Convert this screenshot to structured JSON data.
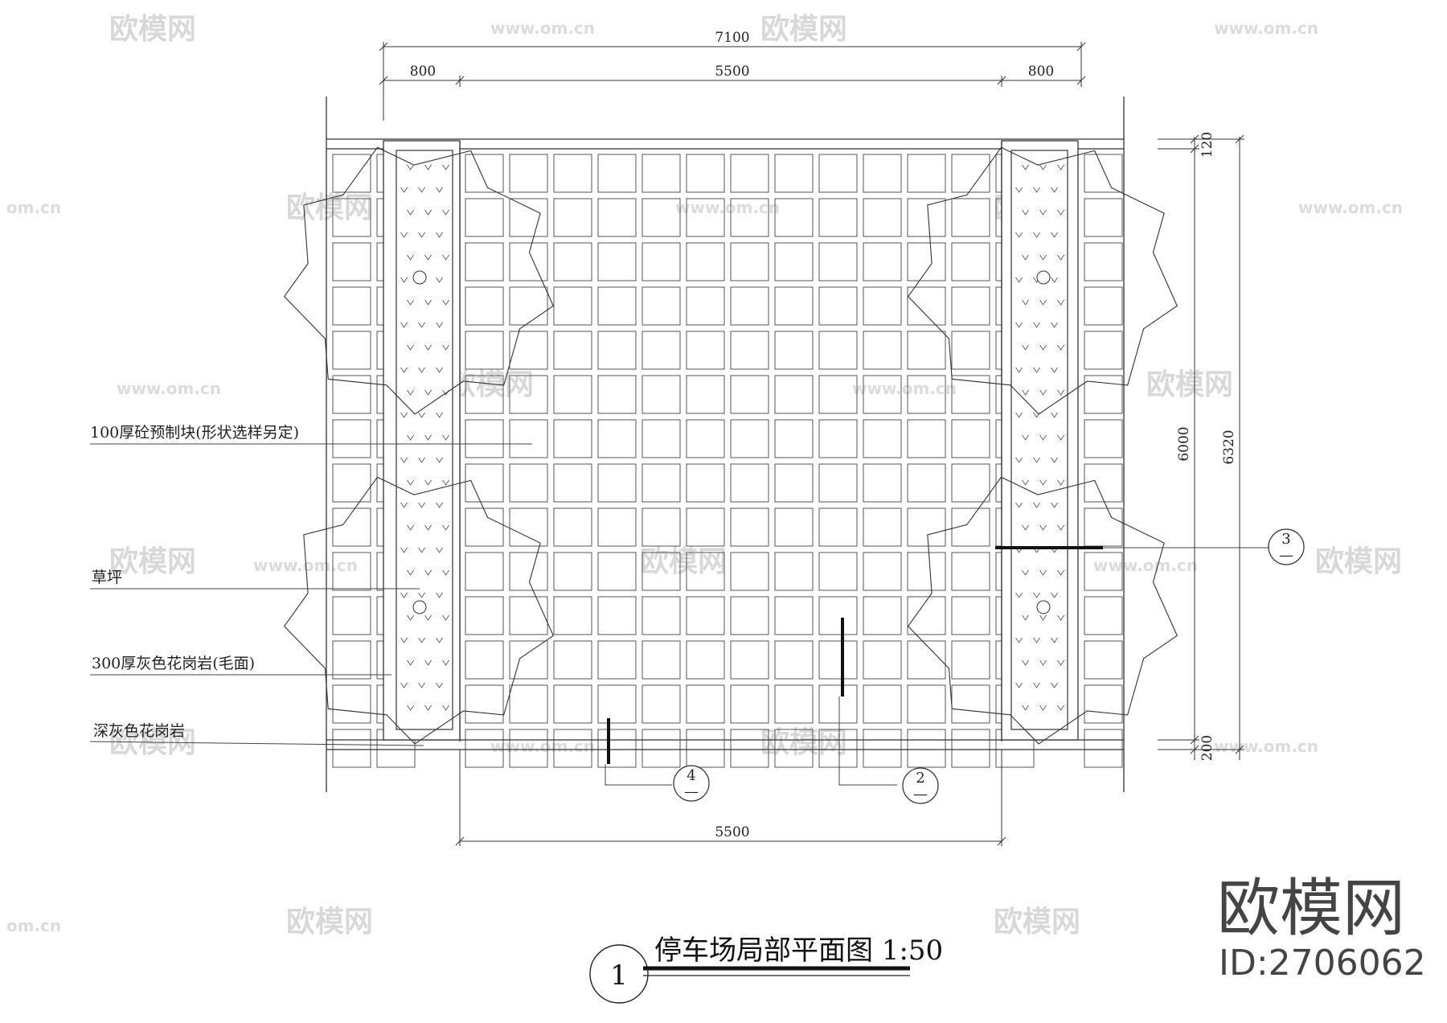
{
  "dimensions": {
    "top_total": "7100",
    "top_left": "800",
    "top_middle": "5500",
    "top_right": "800",
    "bottom_middle": "5500",
    "right_small_top": "120",
    "right_inner": "6000",
    "right_total": "6320",
    "right_small_bottom": "200"
  },
  "labels": {
    "precast_block": "100厚砼预制块(形状选样另定)",
    "lawn": "草坪",
    "granite_gray": "300厚灰色花岗岩(毛面)",
    "granite_dark": "深灰色花岗岩"
  },
  "section_marks": [
    {
      "number": "4",
      "sheet": "—"
    },
    {
      "number": "2",
      "sheet": "—"
    },
    {
      "number": "3",
      "sheet": "—"
    }
  ],
  "title": {
    "number": "1",
    "text": "停车场局部平面图 1:50"
  },
  "watermarks": {
    "brand": "欧模网",
    "url": "www.om.cn",
    "url_short": "om.cn"
  },
  "brand_block": {
    "name": "欧模网",
    "id": "ID:2706062"
  },
  "colors": {
    "line": "#333333",
    "watermark": "#d8d8d8",
    "brand": "#444444"
  }
}
